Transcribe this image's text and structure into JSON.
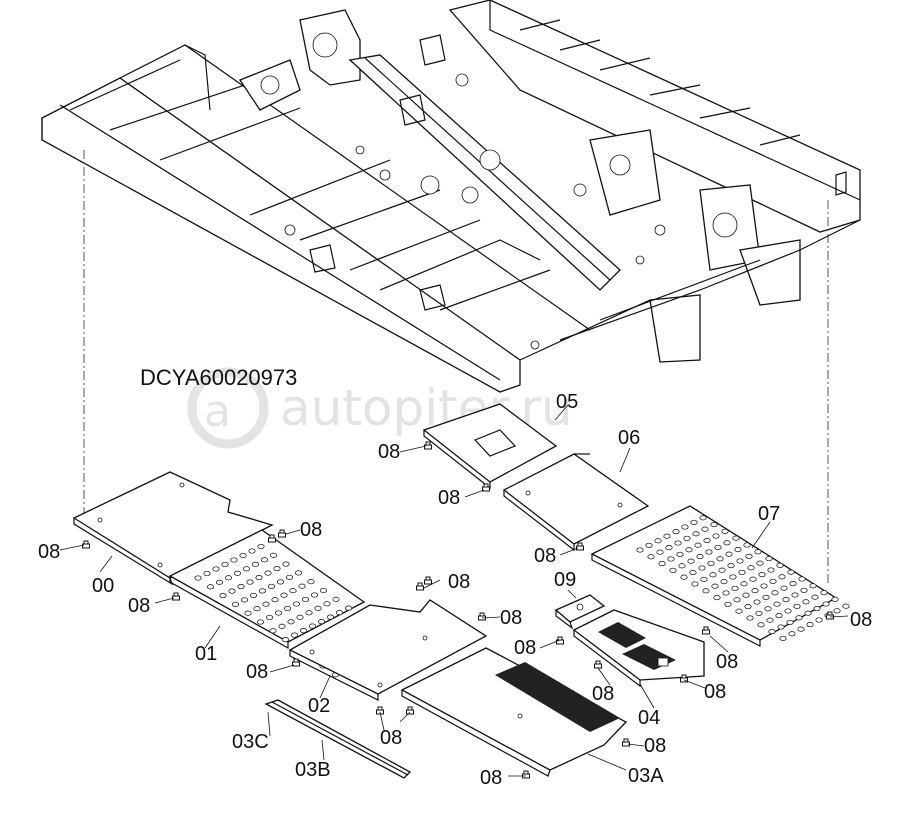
{
  "drawing_code": "DCYA60020973",
  "watermark": "autopiter.ru",
  "labels": {
    "p00": "00",
    "p01": "01",
    "p02": "02",
    "p03A": "03A",
    "p03B": "03B",
    "p03C": "03C",
    "p04": "04",
    "p05": "05",
    "p06": "06",
    "p07": "07",
    "p09": "09",
    "bolt": "08"
  },
  "colors": {
    "line": "#111111",
    "watermark": "#e3e3e3",
    "background": "#ffffff"
  },
  "icons": {
    "watermark_logo": "autopiter-logo-icon"
  }
}
